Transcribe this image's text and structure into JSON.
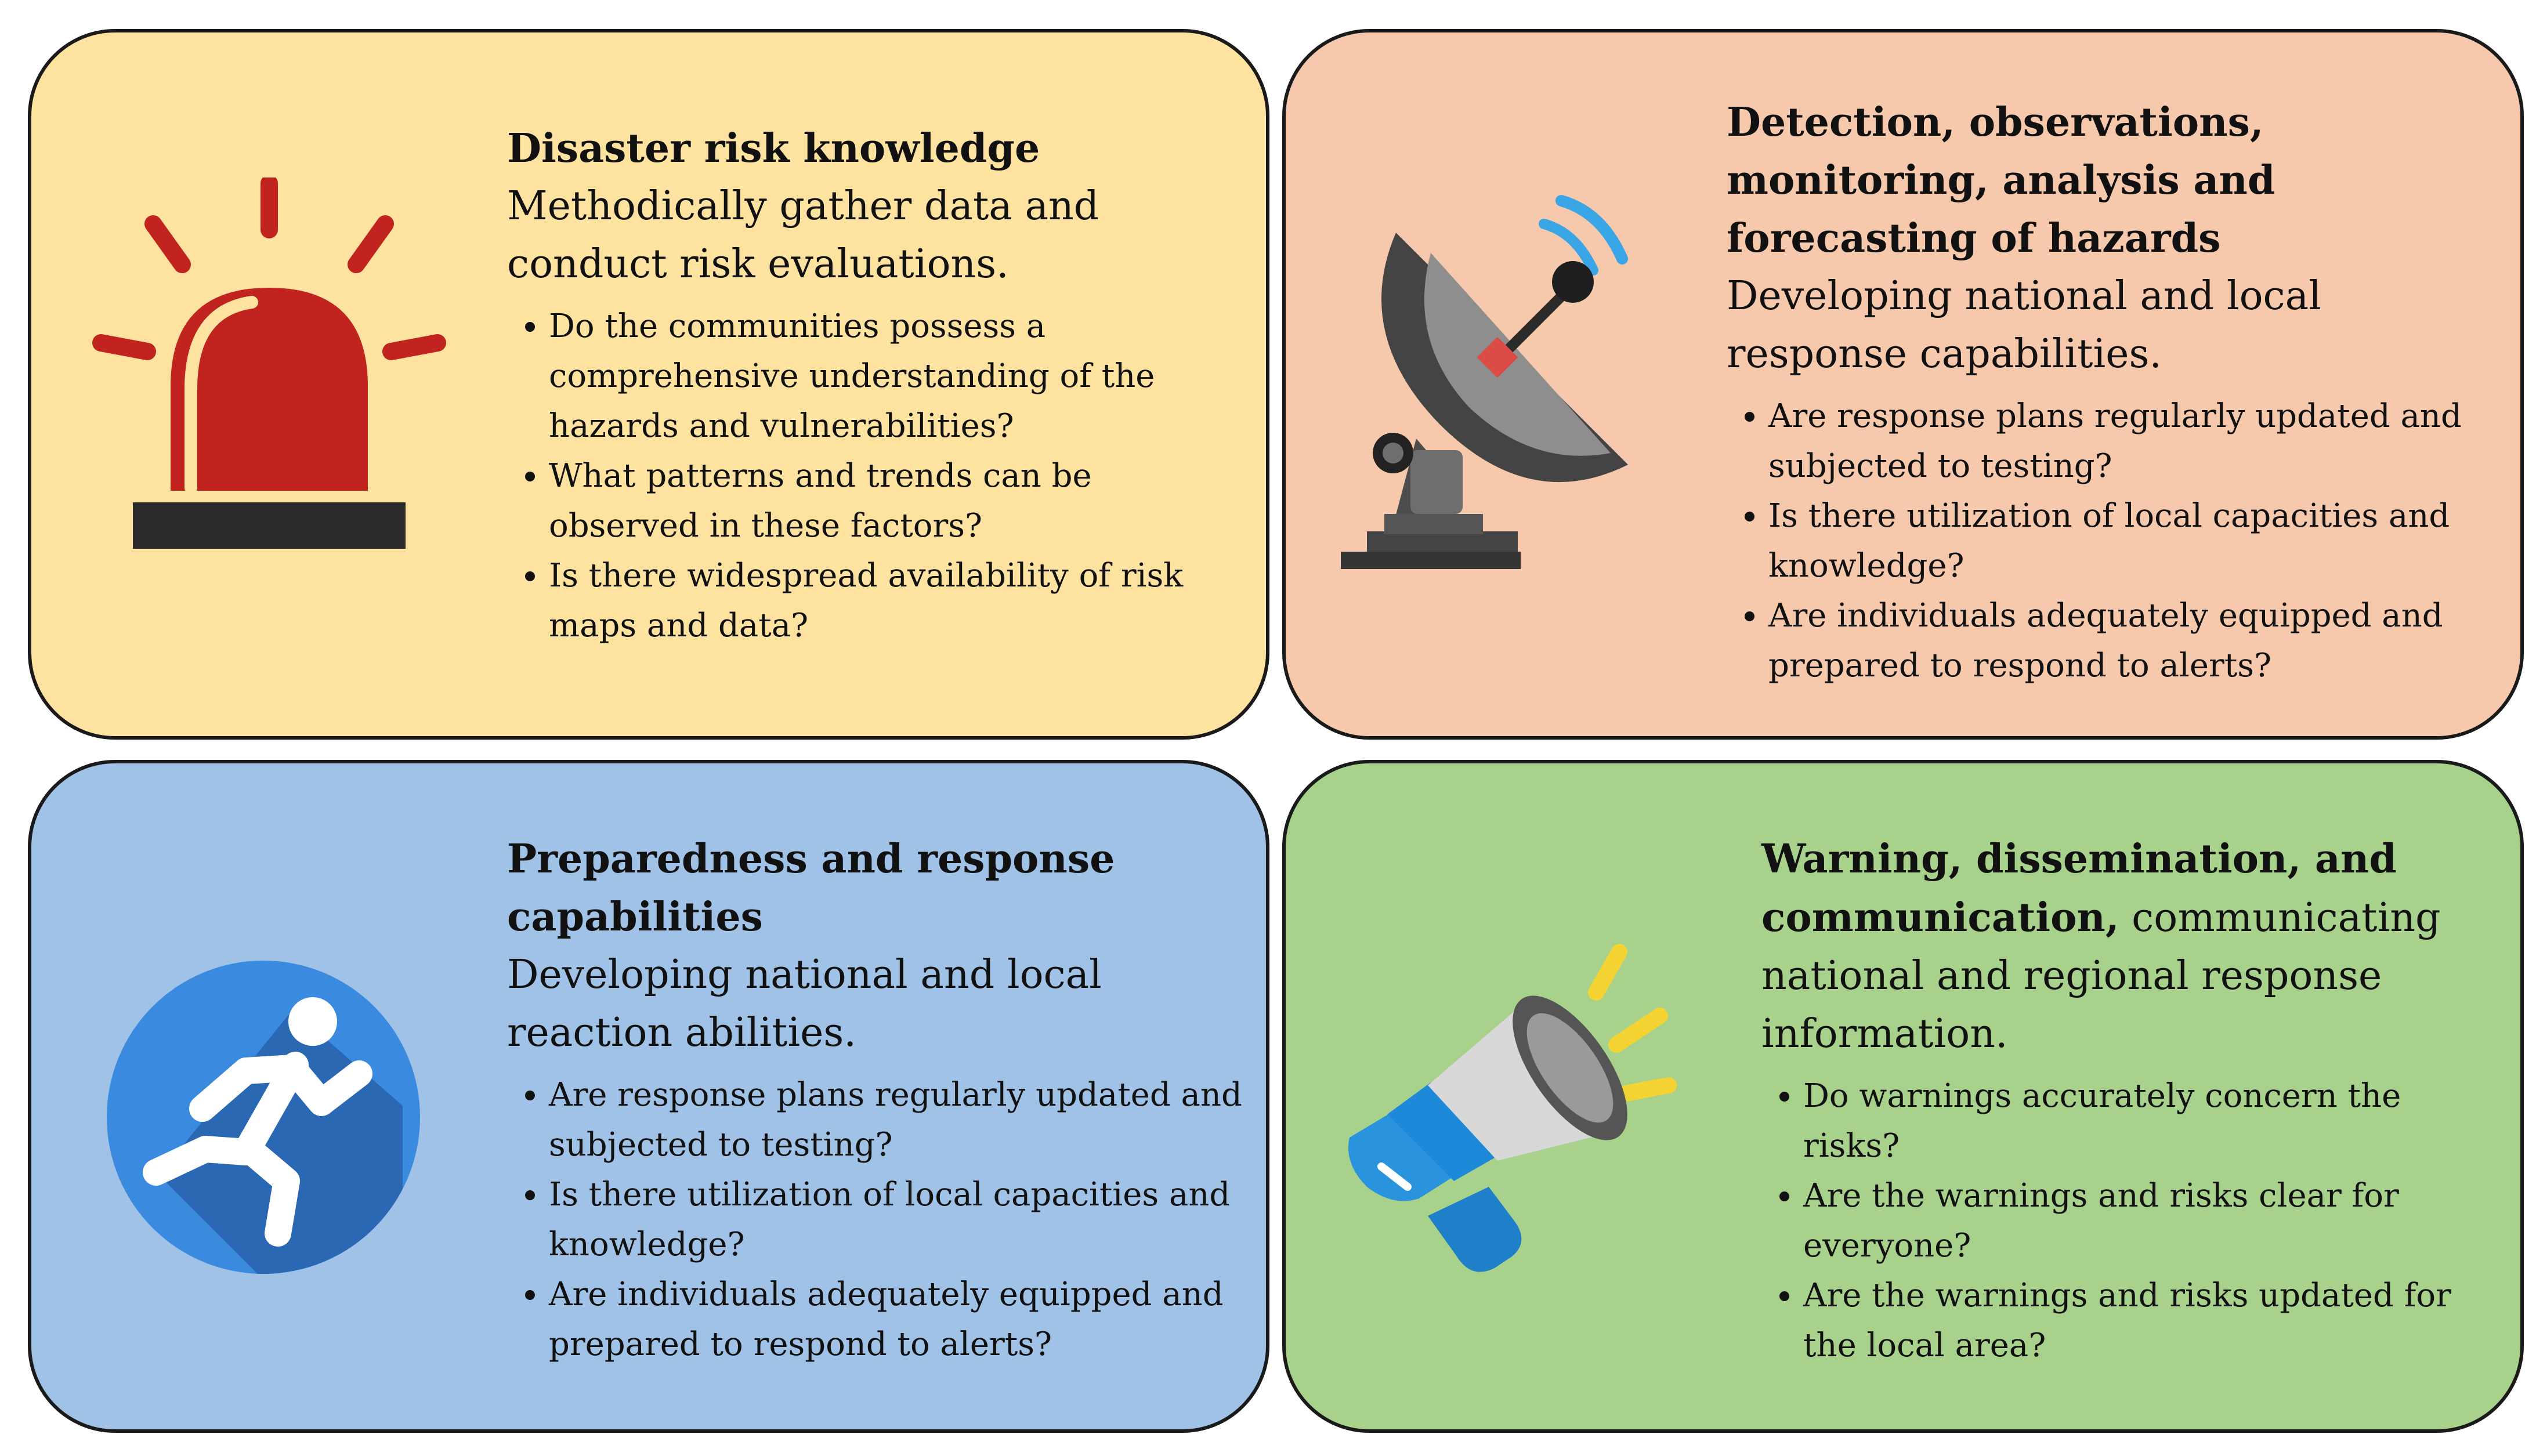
{
  "panels": [
    {
      "title": "Disaster risk knowledge",
      "description": "Methodically gather data and conduct risk evaluations.",
      "icon": "alarm-siren-icon",
      "bg": "#fde39f",
      "bullets": [
        "Do the communities possess a comprehensive understanding of the hazards and vulnerabilities?",
        "What patterns and trends can be observed in these factors?",
        "Is there widespread availability of risk maps and data?"
      ]
    },
    {
      "title": "Detection, observations, monitoring, analysis and forecasting of hazards",
      "description": "Developing national and local response capabilities.",
      "icon": "satellite-dish-icon",
      "bg": "#f6c9ad",
      "bullets": [
        "Are response plans regularly updated and subjected to testing?",
        "Is there utilization of local capacities and knowledge?",
        "Are individuals adequately equipped and prepared to respond to alerts?"
      ]
    },
    {
      "title": "Preparedness and response capabilities",
      "description": "Developing national and local reaction abilities.",
      "icon": "running-person-icon",
      "bg": "#9fc2e6",
      "bullets": [
        "Are response plans regularly updated and subjected to testing?",
        "Is there utilization of local capacities and knowledge?",
        "Are individuals adequately equipped and prepared to respond to alerts?"
      ]
    },
    {
      "title": "Warning, dissemination, and communication,",
      "title_suffix": " communicating national and regional response information.",
      "icon": "megaphone-icon",
      "bg": "#a8d18c",
      "bullets": [
        "Do warnings accurately concern the risks?",
        "Are the warnings and risks clear for everyone?",
        "Are the warnings and risks updated for the local area?"
      ]
    }
  ]
}
